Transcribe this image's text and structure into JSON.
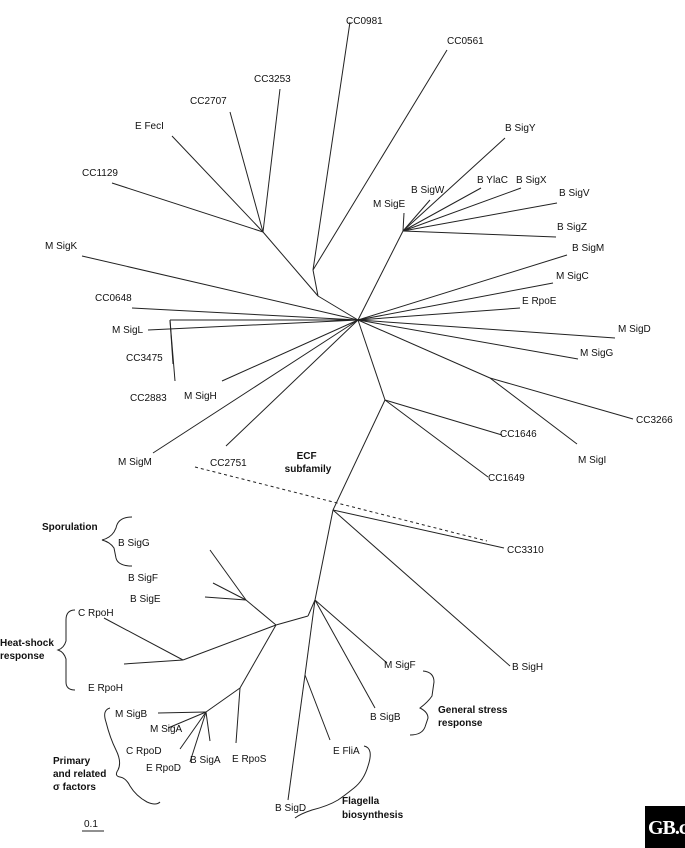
{
  "leaves": [
    {
      "id": "cc0981",
      "label": "CC0981"
    },
    {
      "id": "cc0561",
      "label": "CC0561"
    },
    {
      "id": "cc3253",
      "label": "CC3253"
    },
    {
      "id": "cc2707",
      "label": "CC2707"
    },
    {
      "id": "e-feci",
      "label": "E FecI"
    },
    {
      "id": "cc1129",
      "label": "CC1129"
    },
    {
      "id": "m-sigk",
      "label": "M SigK"
    },
    {
      "id": "cc0648",
      "label": "CC0648"
    },
    {
      "id": "m-sigl",
      "label": "M SigL"
    },
    {
      "id": "cc3475",
      "label": "CC3475"
    },
    {
      "id": "cc2883",
      "label": "CC2883"
    },
    {
      "id": "m-sigh",
      "label": "M SigH"
    },
    {
      "id": "cc2751",
      "label": "CC2751"
    },
    {
      "id": "m-sigm",
      "label": "M SigM"
    },
    {
      "id": "b-sigy",
      "label": "B SigY"
    },
    {
      "id": "b-sigw",
      "label": "B SigW"
    },
    {
      "id": "m-sige",
      "label": "M SigE"
    },
    {
      "id": "b-ylac",
      "label": "B YlaC"
    },
    {
      "id": "b-sigx",
      "label": "B SigX"
    },
    {
      "id": "b-sigv",
      "label": "B SigV"
    },
    {
      "id": "b-sigz",
      "label": "B SigZ"
    },
    {
      "id": "b-sigm",
      "label": "B SigM"
    },
    {
      "id": "m-sigc",
      "label": "M SigC"
    },
    {
      "id": "e-rpoe",
      "label": "E RpoE"
    },
    {
      "id": "m-sigd",
      "label": "M SigD"
    },
    {
      "id": "m-sigg",
      "label": "M SigG"
    },
    {
      "id": "cc3266",
      "label": "CC3266"
    },
    {
      "id": "m-sigi",
      "label": "M SigI"
    },
    {
      "id": "cc1646",
      "label": "CC1646"
    },
    {
      "id": "cc1649",
      "label": "CC1649"
    },
    {
      "id": "cc3310",
      "label": "CC3310"
    },
    {
      "id": "b-sigh",
      "label": "B SigH"
    },
    {
      "id": "b-sigg",
      "label": "B SigG"
    },
    {
      "id": "b-sigf",
      "label": "B SigF"
    },
    {
      "id": "b-sige",
      "label": "B SigE"
    },
    {
      "id": "c-rpoh",
      "label": "C RpoH"
    },
    {
      "id": "e-rpoh",
      "label": "E RpoH"
    },
    {
      "id": "m-sigb",
      "label": "M SigB"
    },
    {
      "id": "m-siga",
      "label": "M SigA"
    },
    {
      "id": "c-rpod",
      "label": "C RpoD"
    },
    {
      "id": "e-rpod",
      "label": "E RpoD"
    },
    {
      "id": "b-siga",
      "label": "B SigA"
    },
    {
      "id": "e-rpos",
      "label": "E RpoS"
    },
    {
      "id": "m-sigf",
      "label": "M SigF"
    },
    {
      "id": "b-sigb",
      "label": "B SigB"
    },
    {
      "id": "e-flia",
      "label": "E FliA"
    },
    {
      "id": "b-sigd",
      "label": "B SigD"
    }
  ],
  "groups": {
    "ecf": [
      "ECF",
      "subfamily"
    ],
    "sporulation": [
      "Sporulation"
    ],
    "heat_shock": [
      "Heat-shock",
      "response"
    ],
    "primary": [
      "Primary",
      "and related",
      "σ factors"
    ],
    "general_stress": [
      "General stress",
      "response"
    ],
    "flagella": [
      "Flagella",
      "biosynthesis"
    ]
  },
  "scale_label": "0.1",
  "logo_text": "GB.c"
}
